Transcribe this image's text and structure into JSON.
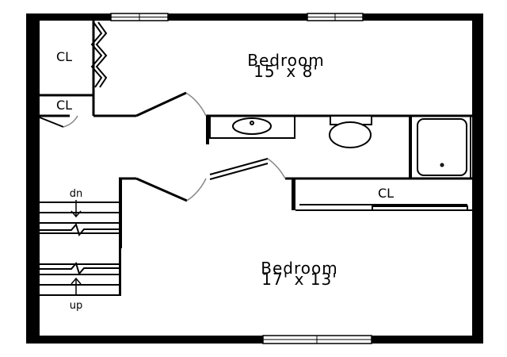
{
  "rooms": {
    "bedroom_top": {
      "name": "Bedroom",
      "size": "15' x 8'"
    },
    "bedroom_bottom": {
      "name": "Bedroom",
      "size": "17' x 13'"
    }
  },
  "closets": {
    "top_left": "CL",
    "mid_left": "CL",
    "hall": "CL"
  },
  "stairs": {
    "down": "dn",
    "up": "up"
  },
  "colors": {
    "wall": "#000000",
    "background": "#ffffff",
    "door_swing": "#888888"
  }
}
